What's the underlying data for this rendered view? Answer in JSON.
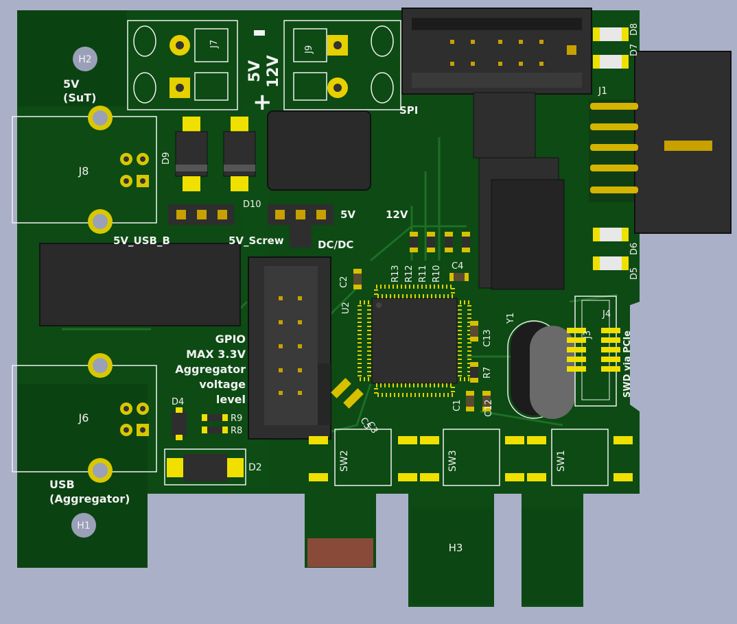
{
  "colors": {
    "background": "#aab0c8",
    "board": "#0d4a14",
    "board_dark": "#093a10",
    "copper": "#e6d000",
    "silk": "#f2f2f2",
    "pad": "#f0e000",
    "ic": "#2e2e2e",
    "fingers_pad": "#8a4a3a"
  },
  "holes": {
    "h1": "H1",
    "h2": "H2",
    "h3": "H3"
  },
  "connectors": {
    "j1": "J1",
    "j3": "J3",
    "j4": "J4",
    "j6": "J6",
    "j7": "J7",
    "j8": "J8",
    "j9": "J9"
  },
  "components": {
    "d2": "D2",
    "d4": "D4",
    "d5": "D5",
    "d6": "D6",
    "d7": "D7",
    "d8": "D8",
    "d9": "D9",
    "d10": "D10",
    "r7": "R7",
    "r8": "R8",
    "r9": "R9",
    "r10": "R10",
    "r11": "R11",
    "r12": "R12",
    "r13": "R13",
    "c1": "C1",
    "c2": "C2",
    "c3": "C3",
    "c4": "C4",
    "c5": "C5",
    "c12": "C12",
    "c13": "C13",
    "u2": "U2",
    "y1": "Y1",
    "sw1": "SW1",
    "sw2": "SW2",
    "sw3": "SW3"
  },
  "labels": {
    "power_5v_sut_line1": "5V",
    "power_5v_sut_line2": "(SuT)",
    "usb_aggregator_line1": "USB",
    "usb_aggregator_line2": "(Aggregator)",
    "jumper_5v_usb_b": "5V_USB_B",
    "jumper_5v_screw": "5V_Screw",
    "dcdc": "DC/DC",
    "v5": "5V",
    "v12": "12V",
    "spi": "SPI",
    "screw_5v": "5V",
    "screw_12v": "12V",
    "gpio_line1": "GPIO",
    "gpio_line2": "MAX 3.3V",
    "gpio_line3": "Aggregator",
    "gpio_line4": "voltage",
    "gpio_line5": "level",
    "swd": "SWD via PCIe"
  }
}
